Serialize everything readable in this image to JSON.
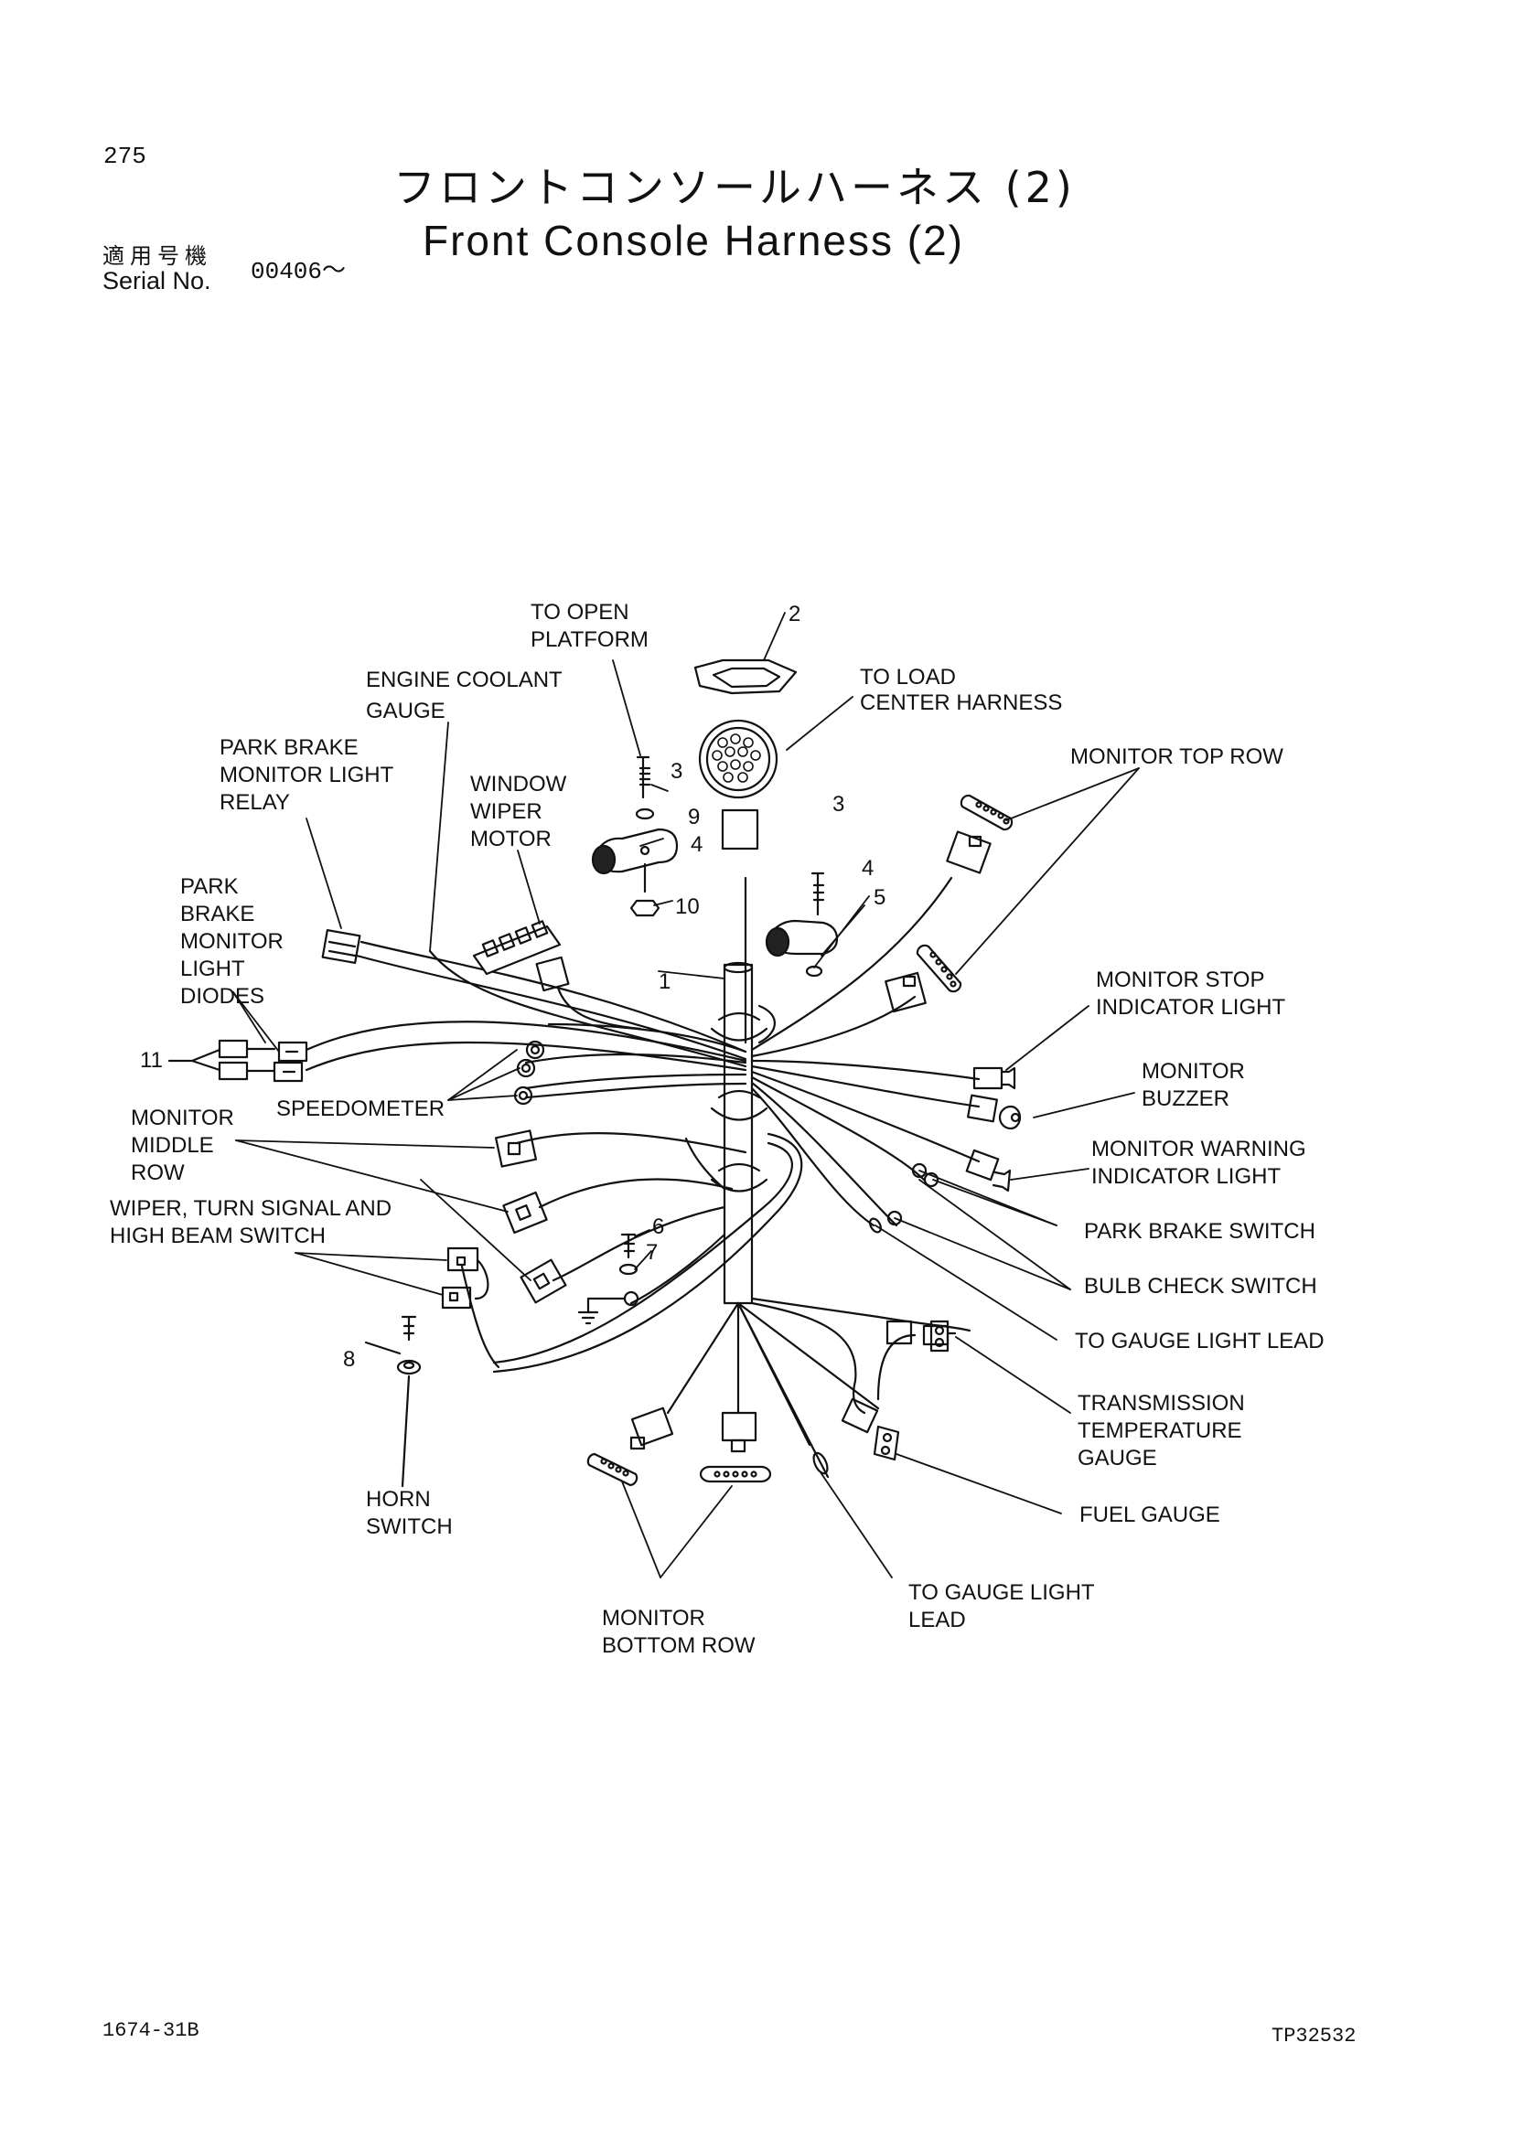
{
  "header": {
    "page_number": "275",
    "title_jp": "フロントコンソールハーネス (2)",
    "title_en": "Front Console Harness (2)",
    "serial_label_jp": "適用号機",
    "serial_label_en": "Serial No.",
    "serial_value": "00406～"
  },
  "footer": {
    "left_code": "1674-31B",
    "right_code": "TP32532"
  },
  "labels": {
    "to_open_platform": [
      "TO OPEN",
      "PLATFORM"
    ],
    "engine_coolant_gauge": [
      "ENGINE COOLANT",
      "GAUGE"
    ],
    "to_load_center_harness": [
      "TO LOAD",
      "CENTER HARNESS"
    ],
    "park_brake_monitor_light_relay": [
      "PARK BRAKE",
      "MONITOR LIGHT",
      "RELAY"
    ],
    "window_wiper_motor": [
      "WINDOW",
      "WIPER",
      "MOTOR"
    ],
    "monitor_top_row": [
      "MONITOR TOP ROW"
    ],
    "park_brake_monitor_light_diodes": [
      "PARK",
      "BRAKE",
      "MONITOR",
      "LIGHT",
      "DIODES"
    ],
    "monitor_stop_indicator_light": [
      "MONITOR STOP",
      "INDICATOR LIGHT"
    ],
    "monitor_buzzer": [
      "MONITOR",
      "BUZZER"
    ],
    "speedometer": [
      "SPEEDOMETER"
    ],
    "monitor_middle_row": [
      "MONITOR",
      "MIDDLE",
      "ROW"
    ],
    "monitor_warning_indicator_light": [
      "MONITOR WARNING",
      "INDICATOR LIGHT"
    ],
    "wiper_turn_signal_high_beam_switch": [
      "WIPER, TURN SIGNAL AND",
      "HIGH BEAM SWITCH"
    ],
    "park_brake_switch": [
      "PARK BRAKE SWITCH"
    ],
    "bulb_check_switch": [
      "BULB CHECK SWITCH"
    ],
    "to_gauge_light_lead_right": [
      "TO GAUGE LIGHT LEAD"
    ],
    "transmission_temperature_gauge": [
      "TRANSMISSION",
      "TEMPERATURE",
      "GAUGE"
    ],
    "fuel_gauge": [
      "FUEL GAUGE"
    ],
    "horn_switch": [
      "HORN",
      "SWITCH"
    ],
    "to_gauge_light_lead_bottom": [
      "TO GAUGE LIGHT",
      "LEAD"
    ],
    "monitor_bottom_row": [
      "MONITOR",
      "BOTTOM ROW"
    ]
  },
  "callouts": {
    "n1": "1",
    "n2": "2",
    "n3a": "3",
    "n3b": "3",
    "n4a": "4",
    "n4b": "4",
    "n5": "5",
    "n6": "6",
    "n7": "7",
    "n8": "8",
    "n9": "9",
    "n10": "10",
    "n11": "11"
  }
}
